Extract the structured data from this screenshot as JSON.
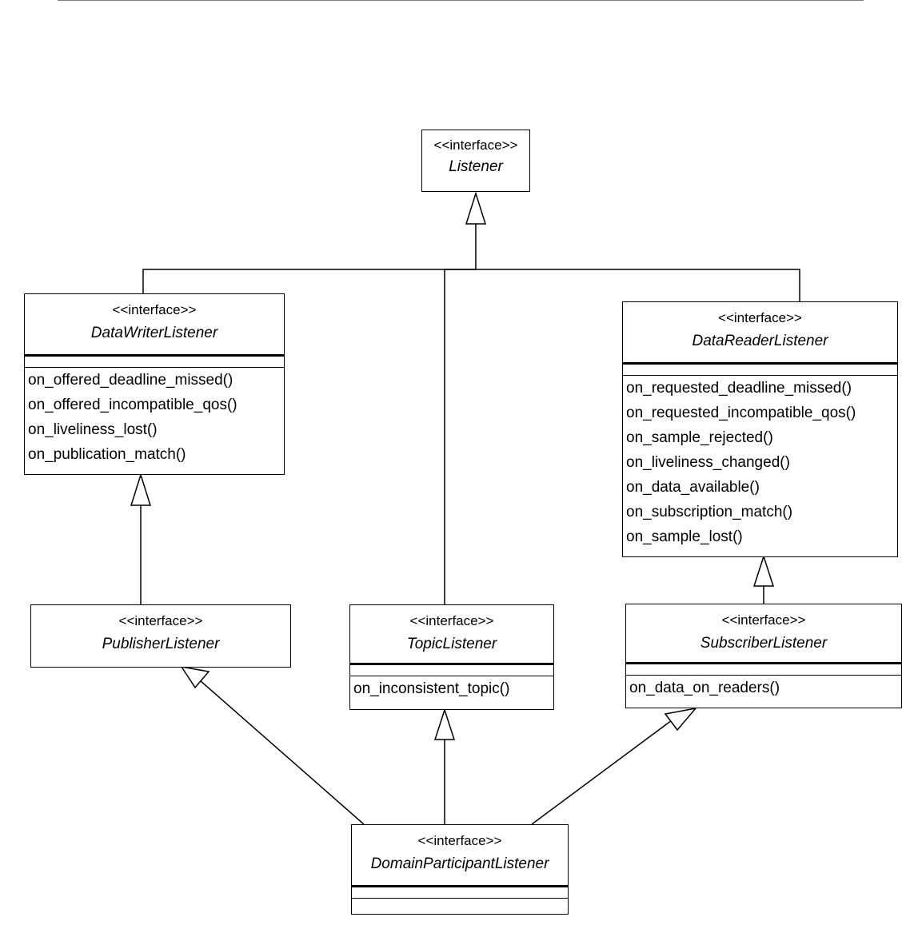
{
  "classes": {
    "listener": {
      "stereotype": "<<interface>>",
      "name": "Listener"
    },
    "datawriter": {
      "stereotype": "<<interface>>",
      "name": "DataWriterListener",
      "operations": [
        "on_offered_deadline_missed()",
        "on_offered_incompatible_qos()",
        "on_liveliness_lost()",
        "on_publication_match()"
      ]
    },
    "datareader": {
      "stereotype": "<<interface>>",
      "name": "DataReaderListener",
      "operations": [
        "on_requested_deadline_missed()",
        "on_requested_incompatible_qos()",
        "on_sample_rejected()",
        "on_liveliness_changed()",
        "on_data_available()",
        "on_subscription_match()",
        "on_sample_lost()"
      ]
    },
    "publisher": {
      "stereotype": "<<interface>>",
      "name": "PublisherListener"
    },
    "topic": {
      "stereotype": "<<interface>>",
      "name": "TopicListener",
      "operations": [
        "on_inconsistent_topic()"
      ]
    },
    "subscriber": {
      "stereotype": "<<interface>>",
      "name": "SubscriberListener",
      "operations": [
        "on_data_on_readers()"
      ]
    },
    "participant": {
      "stereotype": "<<interface>>",
      "name": "DomainParticipantListener"
    }
  }
}
